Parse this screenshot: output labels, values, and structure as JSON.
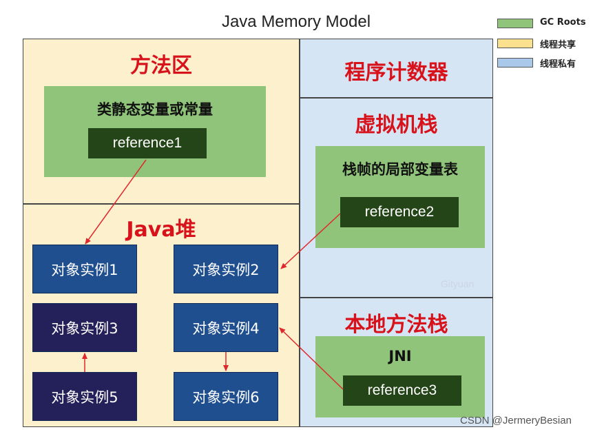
{
  "title": "Java Memory Model",
  "legend": [
    {
      "label": "GC Roots",
      "color": "#8fc47a"
    },
    {
      "label": "线程共享",
      "color": "#fbe08e"
    },
    {
      "label": "线程私有",
      "color": "#a9c8ea"
    }
  ],
  "method_area": {
    "heading": "方法区",
    "box_label": "类静态变量或常量",
    "reference": "reference1"
  },
  "heap": {
    "heading": "Java堆",
    "objects": [
      "对象实例1",
      "对象实例2",
      "对象实例3",
      "对象实例4",
      "对象实例5",
      "对象实例6"
    ]
  },
  "program_counter": {
    "heading": "程序计数器"
  },
  "vm_stack": {
    "heading": "虚拟机栈",
    "box_label": "栈帧的局部变量表",
    "reference": "reference2",
    "watermark": "Gityuan"
  },
  "native_stack": {
    "heading": "本地方法栈",
    "box_label": "JNI",
    "reference": "reference3"
  },
  "credit": "CSDN @JermeryBesian"
}
